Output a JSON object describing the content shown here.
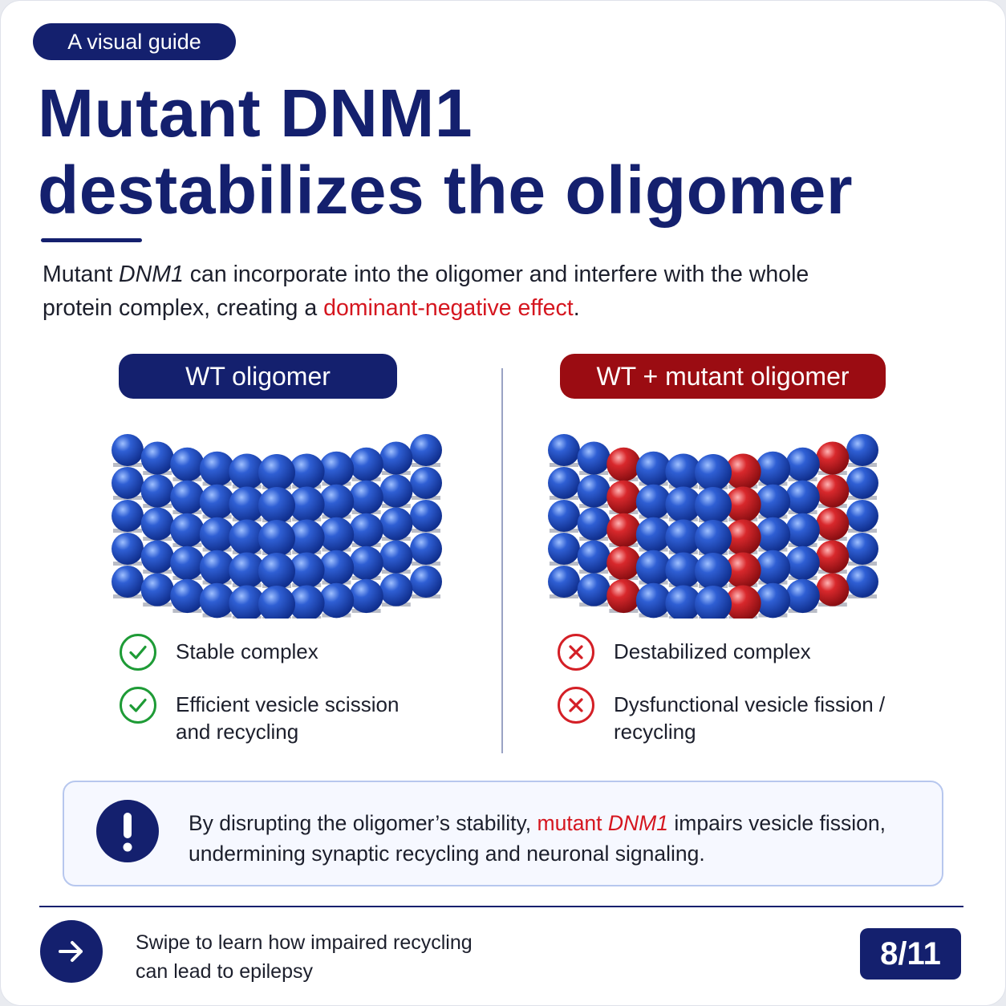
{
  "tag": "A visual guide",
  "title": {
    "line1": "Mutant DNM1",
    "line2": "destabilizes the oligomer"
  },
  "intro": {
    "part1": "Mutant ",
    "gene": "DNM1",
    "part2": " can incorporate into the oligomer and interfere with the whole protein complex, creating a ",
    "highlight": "dominant-negative effect",
    "part3": "."
  },
  "panels": {
    "wt": {
      "label": "WT oligomer",
      "items": [
        "Stable complex",
        "Efficient vesicle scission and recycling"
      ],
      "icon": "check-circle-icon"
    },
    "mutant": {
      "label": "WT + mutant oligomer",
      "items": [
        "Destabilized complex",
        "Dysfunctional vesicle fission / recycling"
      ],
      "icon": "x-circle-icon"
    }
  },
  "note": {
    "part1": "By disrupting the oligomer’s stability, ",
    "highlight": "mutant ",
    "gene": "DNM1",
    "part2": " impairs vesicle fission, undermining synaptic recycling and neuronal signaling.",
    "icon": "exclamation-icon"
  },
  "footer": {
    "text": "Swipe to learn how impaired recycling can lead to epilepsy",
    "page": "8/11",
    "button_icon": "arrow-right-icon"
  },
  "colors": {
    "navy": "#14206e",
    "accent_red": "#d5161f",
    "wt_subunit": "#2f5fd4",
    "mutant_subunit": "#d8282c",
    "ok": "#1e9b36"
  }
}
